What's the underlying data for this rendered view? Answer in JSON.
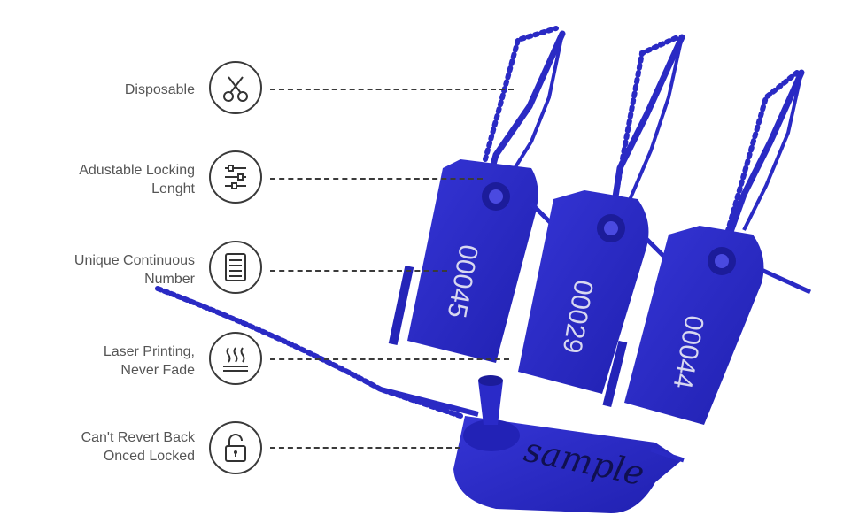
{
  "features": [
    {
      "lines": [
        "Disposable"
      ],
      "icon": "scissors-icon"
    },
    {
      "lines": [
        "Adustable Locking",
        "Lenght"
      ],
      "icon": "sliders-icon"
    },
    {
      "lines": [
        "Unique Continuous",
        "Number"
      ],
      "icon": "list-document-icon"
    },
    {
      "lines": [
        "Laser Printing,",
        "Never Fade"
      ],
      "icon": "heat-waves-icon"
    },
    {
      "lines": [
        "Can't Revert Back",
        "Onced Locked"
      ],
      "icon": "padlock-icon"
    }
  ],
  "seals": [
    {
      "number": "00045",
      "color": "#2c2cc8"
    },
    {
      "number": "00029",
      "color": "#2c2cc8"
    },
    {
      "number": "00044",
      "color": "#2c2cc8"
    }
  ],
  "sample_text": "sample",
  "colors": {
    "seal_blue": "#2c2cc8",
    "seal_dark": "#1c1c9a",
    "line_gray": "#3a3a3a",
    "text_gray": "#555555"
  }
}
